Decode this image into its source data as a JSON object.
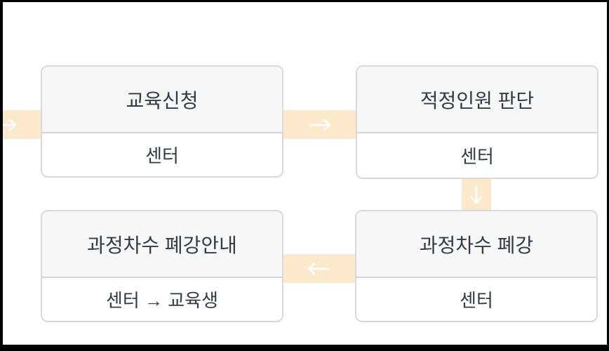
{
  "frame": {
    "border_color": "#000000",
    "background": "#ffffff"
  },
  "colors": {
    "frame_border": "#000000",
    "page_bg": "#ffffff",
    "arrow_band": "#fce9cc",
    "arrow_glyph": "#ffffff",
    "box_border": "#d9d9d9",
    "box_header_bg": "#f7f7f7",
    "box_divider": "#d4d4d4",
    "text": "#333b46"
  },
  "flow": {
    "boxes": [
      {
        "title": "교육신청",
        "actor": "센터"
      },
      {
        "title": "적정인원 판단",
        "actor": "센터"
      },
      {
        "title": "과정차수 폐강",
        "actor": "센터"
      },
      {
        "title": "과정차수 폐강안내",
        "actor": "센터 → 교육생"
      }
    ],
    "arrows": [
      {
        "name": "entry",
        "direction": "right"
      },
      {
        "name": "apply-to-judge",
        "direction": "right"
      },
      {
        "name": "judge-to-cancel",
        "direction": "down"
      },
      {
        "name": "cancel-to-notice",
        "direction": "left"
      }
    ]
  }
}
